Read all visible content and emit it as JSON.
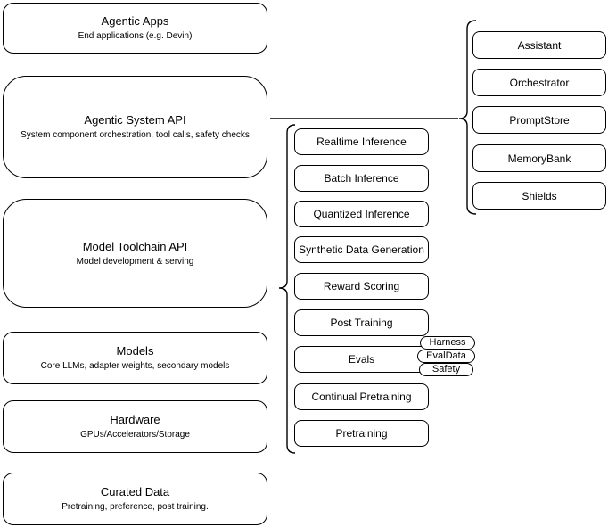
{
  "diagram": {
    "stack": [
      {
        "title": "Agentic Apps",
        "subtitle": "End applications (e.g. Devin)"
      },
      {
        "title": "Agentic System API",
        "subtitle": "System component orchestration, tool calls, safety checks"
      },
      {
        "title": "Model Toolchain API",
        "subtitle": "Model development & serving"
      },
      {
        "title": "Models",
        "subtitle": "Core LLMs, adapter weights, secondary models"
      },
      {
        "title": "Hardware",
        "subtitle": "GPUs/Accelerators/Storage"
      },
      {
        "title": "Curated Data",
        "subtitle": "Pretraining, preference, post training."
      }
    ],
    "toolchain_capabilities": [
      "Realtime Inference",
      "Batch Inference",
      "Quantized Inference",
      "Synthetic Data Generation",
      "Reward Scoring",
      "Post Training",
      "Evals",
      "Continual Pretraining",
      "Pretraining"
    ],
    "eval_components": [
      "Harness",
      "EvalData",
      "Safety"
    ],
    "system_components": [
      "Assistant",
      "Orchestrator",
      "PromptStore",
      "MemoryBank",
      "Shields"
    ],
    "colors": {
      "stroke": "#000000",
      "fill": "#ffffff",
      "text": "#000000",
      "background": "#ffffff"
    }
  }
}
